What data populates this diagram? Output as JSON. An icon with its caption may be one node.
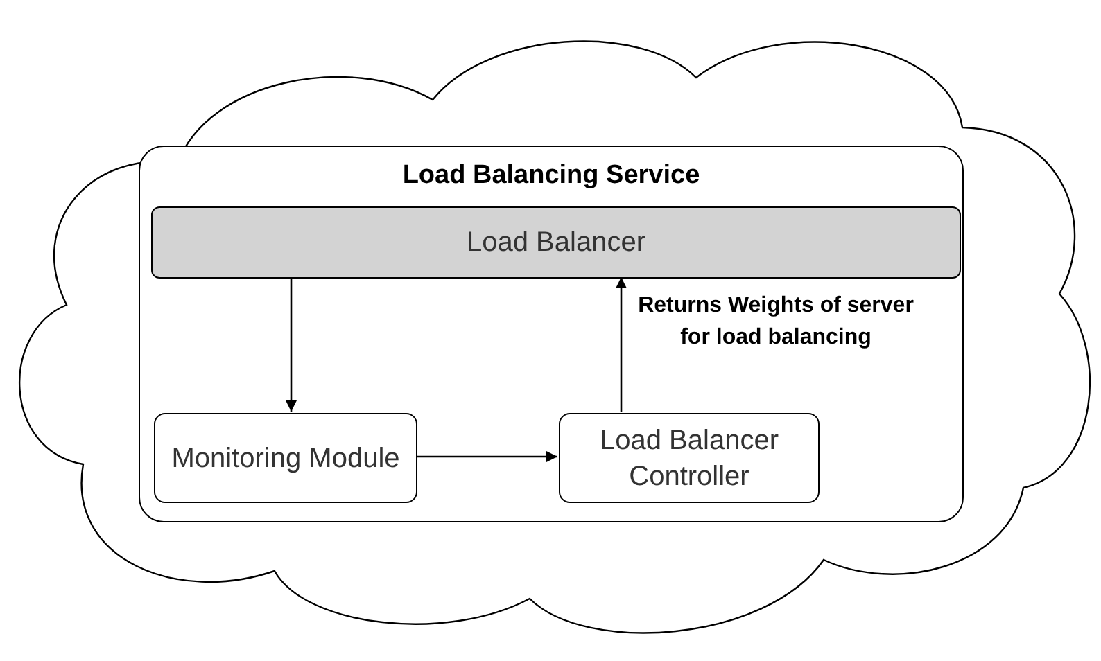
{
  "diagram": {
    "nodes": [
      {
        "text": [],
        "shape": "cloud"
      },
      {
        "text": [
          "Load Balancing Service"
        ],
        "in": 0
      },
      {
        "text": [
          "Load Balancer"
        ],
        "in": 1
      },
      {
        "text": [
          "Monitoring Module"
        ],
        "in": 1
      },
      {
        "text": [
          "Load Balancer Controller"
        ],
        "in": 1
      }
    ],
    "edges": [
      {
        "from": 2,
        "to": 3,
        "arrow": "to"
      },
      {
        "from": 3,
        "to": 4,
        "arrow": "to"
      },
      {
        "from": 4,
        "to": 2,
        "arrow": "to",
        "label": "Returns Weights of server for load balancing"
      }
    ]
  }
}
